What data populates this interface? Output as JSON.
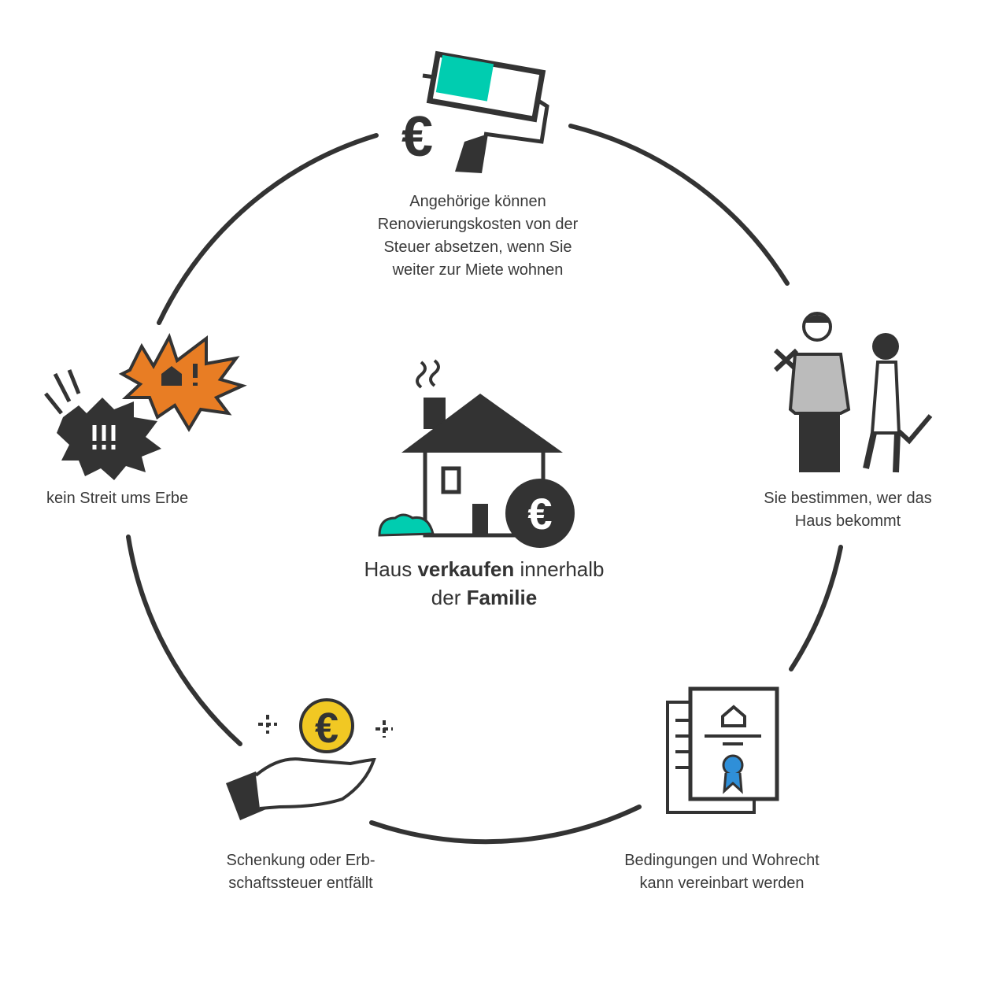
{
  "center": {
    "line1_pre": "Haus ",
    "line1_bold": "verkaufen",
    "line1_post": " innerhalb",
    "line2_pre": "der ",
    "line2_bold": "Familie"
  },
  "benefits": [
    {
      "icon": "paint-roller-euro-icon",
      "lines": [
        "Angehörige können",
        "Renovierungskosten von der",
        "Steuer absetzen, wenn Sie",
        "weiter zur Miete wohnen"
      ]
    },
    {
      "icon": "family-choice-icon",
      "lines": [
        "Sie bestimmen, wer das",
        "Haus bekommt"
      ]
    },
    {
      "icon": "contract-document-icon",
      "lines": [
        "Bedingungen und Wohrecht",
        "kann vereinbart werden"
      ]
    },
    {
      "icon": "hand-coin-icon",
      "lines": [
        "Schenkung oder Erb-",
        "schaftssteuer entfällt"
      ]
    },
    {
      "icon": "conflict-burst-icon",
      "lines": [
        "kein Streit ums Erbe"
      ]
    }
  ],
  "colors": {
    "ink": "#333333",
    "teal": "#00cdb0",
    "orange": "#e87d24",
    "yellow": "#f1c823",
    "blue": "#2f8fd8"
  }
}
